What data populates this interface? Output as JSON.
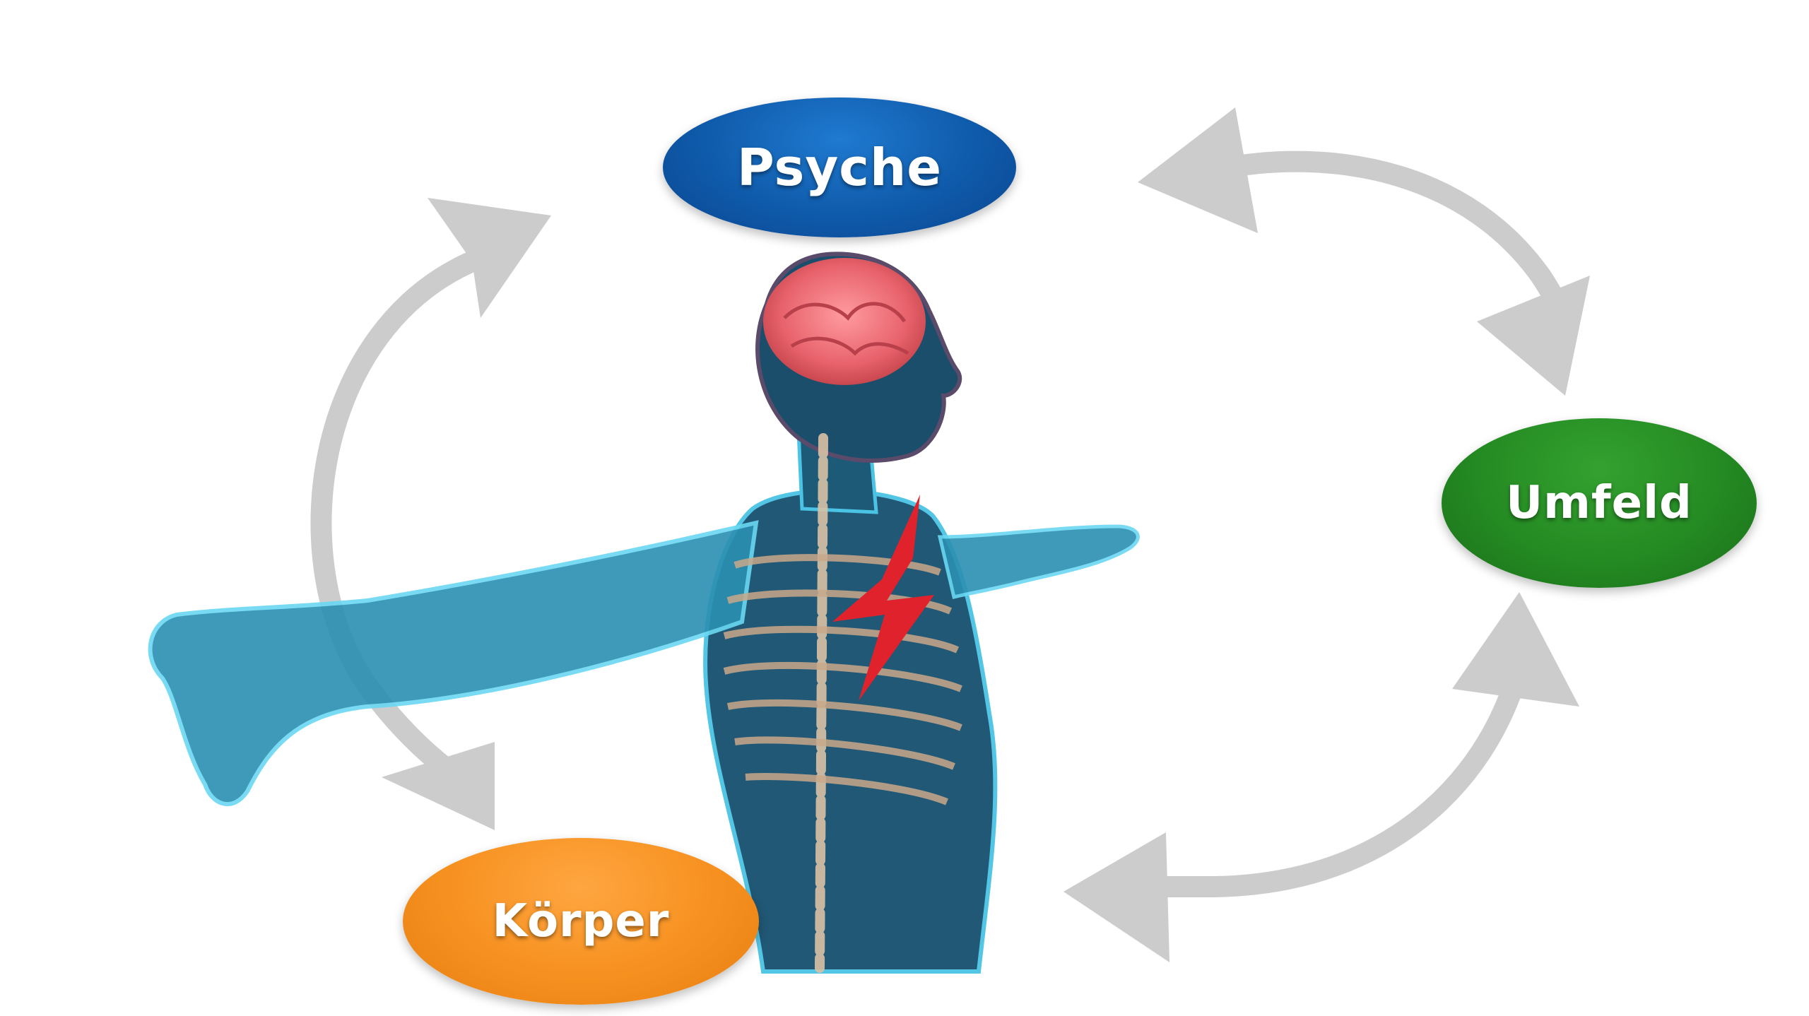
{
  "diagram": {
    "nodes": {
      "psyche": "Psyche",
      "umfeld": "Umfeld",
      "koerper": "Körper"
    },
    "colors": {
      "psyche": "#0f5aaa",
      "umfeld": "#248a22",
      "koerper": "#f6901f",
      "arrows": "#cccccc",
      "lightning": "#e0222c",
      "body": "#3fb8d8",
      "brain": "#f07a80"
    },
    "icons": {
      "figure": "human-xray-figure",
      "lightning": "lightning-bolt-icon"
    }
  }
}
